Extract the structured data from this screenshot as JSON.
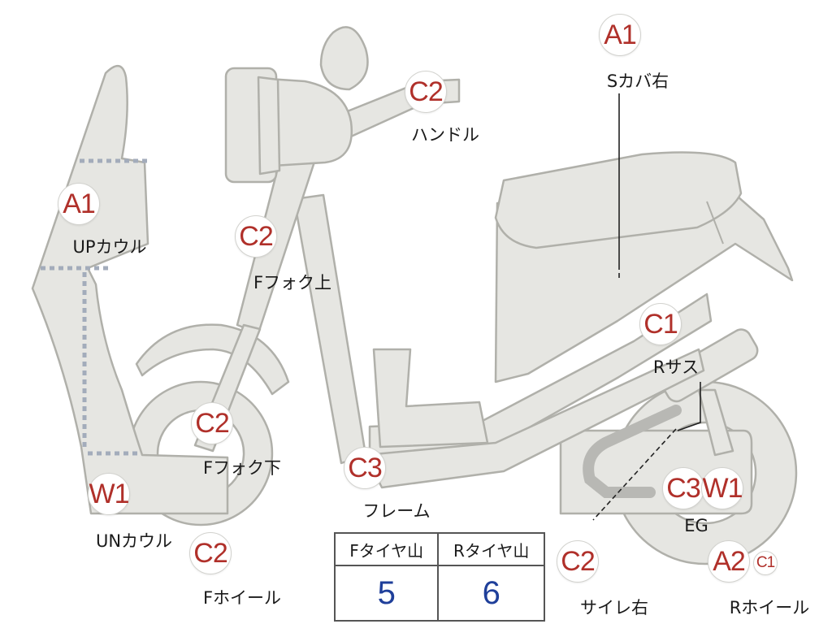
{
  "parts": [
    {
      "id": "s-cover-right",
      "code": "A1",
      "label": "Sカバ右"
    },
    {
      "id": "handle",
      "code": "C2",
      "label": "ハンドル"
    },
    {
      "id": "up-cowl",
      "code": "A1",
      "label": "UPカウル"
    },
    {
      "id": "f-fork-upper",
      "code": "C2",
      "label": "Fフォク上"
    },
    {
      "id": "r-suspension",
      "code": "C1",
      "label": "Rサス"
    },
    {
      "id": "f-fork-lower",
      "code": "C2",
      "label": "Fフォク下"
    },
    {
      "id": "frame",
      "code": "C3",
      "label": "フレーム"
    },
    {
      "id": "un-cowl",
      "code": "W1",
      "label": "UNカウル"
    },
    {
      "id": "f-wheel",
      "code": "C2",
      "label": "Fホイール"
    },
    {
      "id": "engine",
      "codes": [
        "C3",
        "W1"
      ],
      "label": "EG"
    },
    {
      "id": "silencer-right",
      "code": "C2",
      "label": "サイレ右"
    },
    {
      "id": "r-wheel",
      "codes": [
        "A2",
        "C1"
      ],
      "label": "Rホイール"
    }
  ],
  "tread_table": {
    "headers": [
      "Fタイヤ山",
      "Rタイヤ山"
    ],
    "values": [
      "5",
      "6"
    ]
  },
  "colors": {
    "code": "#b0302a",
    "value": "#1f3f9a",
    "part_fill": "#e6e6e2"
  }
}
